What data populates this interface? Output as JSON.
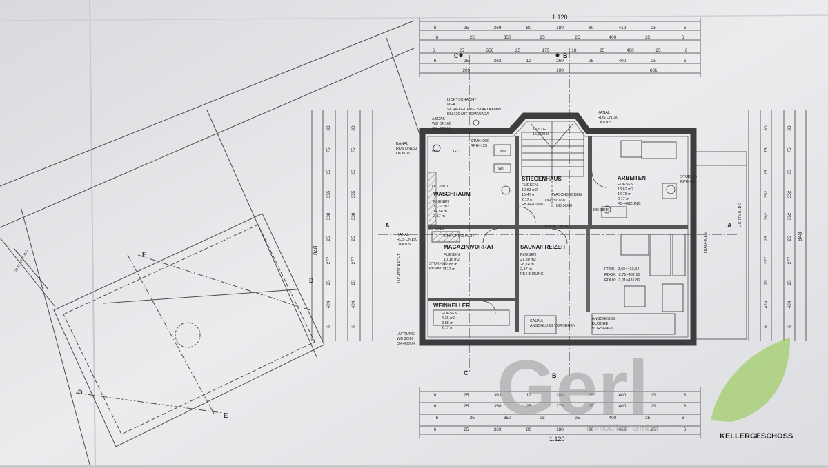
{
  "drawing": {
    "title": "KELLERGESCHOSS",
    "overall_width_top": "1.120",
    "overall_width_bottom": "1.120",
    "overall_depth_left": "848",
    "overall_depth_right": "848",
    "watermark_brand": "Gerl",
    "watermark_sub": "Immobilien GmbH"
  },
  "rooms": {
    "waschraum": {
      "name": "WASCHRAUM",
      "l1": "FLIESEN",
      "l2": "12,32 m2",
      "l3": "14,54 m",
      "l4": "2,17 m"
    },
    "stiegenhaus": {
      "name": "STIEGENHAUS",
      "l1": "FLIESEN",
      "l2": "10,63 m2",
      "l3": "15,47 m",
      "l4": "2,17 m",
      "l5": "FB-HEIZUNG"
    },
    "arbeiten": {
      "name": "ARBEITEN",
      "l1": "FLIESEN",
      "l2": "13,62 m2",
      "l3": "14,78 m",
      "l4": "2,17 m",
      "l5": "FB-HEIZUNG"
    },
    "magazin": {
      "name": "MAGAZIN/VORRAT",
      "l1": "FLIESEN",
      "l2": "10,16 m2",
      "l3": "12,88 m",
      "l4": "2,17 m"
    },
    "sauna": {
      "name": "SAUNA/FREIZEIT",
      "l1": "FLIESEN",
      "l2": "27,80 m2",
      "l3": "28,14 m",
      "l4": "2,17 m",
      "l5": "FB-HEIZUNG"
    },
    "weinkeller": {
      "name": "WEINKELLER",
      "l1": "FLIESEN",
      "l2": "4,36 m2",
      "l3": "8,88 m",
      "l4": "2,17 m"
    }
  },
  "notes": {
    "lichtschacht": "LICHTSCHACHT",
    "mea": "MEA",
    "kamin": "SCHIEDEL EDELSTAHLKAMIN",
    "kamin2": "DN 120 MIT 8CM WÄDA",
    "abgas": "ABGAS",
    "abgas2": "WD DN160",
    "abgas3": "OK=RDUK",
    "kanal_top": "KANAL",
    "kanal_top2": "RDS DN150",
    "kanal_top3": "UK=105",
    "kanal_right": "KANAL",
    "kanal_right2": "RDS DN150",
    "kanal_right3": "UK=105",
    "kanal_left": "KANAL",
    "kanal_left2": "RDS DN150",
    "kanal_left3": "UK=105",
    "pumpenschacht": "PUMPENSCHACHT",
    "lueftung": "LÜFTUNG",
    "lueftung2": "WD 20/20",
    "lueftung3": "OK=RDUK",
    "sauna_note": "SAUNA",
    "sauna_note2": "ANSCHLUSS VORSEHEN",
    "dusche": "ANSCHLUSS",
    "dusche2": "DUSCHE",
    "dusche3": "VORSEHEN",
    "ffok": "FFOK: -2,65=432,34",
    "rdok": "RDOK: -2,71=432,15",
    "rduk": "RDUK: -3,01=431,86",
    "lichtmulde": "LICHTMULDE",
    "traufkies": "TRAUFKIES",
    "wm": "WM",
    "wt": "WT",
    "wb": "WB",
    "gt": "GT",
    "dd1": "DD 20/10",
    "dd2": "DD 15/15",
    "dd3": "DD 15/10",
    "stufen": "14 STG",
    "stufen2": "16,2/29,0",
    "waschbecken": "WASCHBECKEN",
    "dn250": "DN 250 PVC",
    "dd30": "DD 30/30",
    "bsk": "2x BSK DN160",
    "eingang": "LICHTSCHACHT",
    "lueftung_side": "20 KI. LEITUNG",
    "stuk1": "STUK=220",
    "stuk2": "RPH=120",
    "stuk3": "STUK=50",
    "stuk4": "RPH=100",
    "stuk5": "STUK=50",
    "stuk6": "RPH=50"
  },
  "sections": {
    "A_left": "A",
    "A_right": "A",
    "B_top": "B",
    "B_bottom": "B",
    "C_top": "C",
    "C_bottom": "C",
    "D_top": "D",
    "D_bottom": "D",
    "E_top": "E",
    "E_bottom": "E"
  },
  "dims_top": {
    "row1": [
      "6",
      "25",
      "369",
      "80",
      "180",
      "80",
      "419",
      "25",
      "6"
    ],
    "row2": [
      "6",
      "25",
      "350",
      "25",
      "25",
      "400",
      "25",
      "6"
    ],
    "row3": [
      "6",
      "25",
      "350",
      "25",
      "175",
      "18",
      "25",
      "400",
      "25",
      "6"
    ],
    "row4": [
      "6",
      "25",
      "363",
      "12",
      "260",
      "25",
      "400",
      "25",
      "6"
    ],
    "row5": [
      "209",
      "100",
      "601"
    ]
  },
  "dims_bottom": {
    "row1": [
      "6",
      "25",
      "363",
      "12",
      "280",
      "25",
      "400",
      "25",
      "6"
    ],
    "row2": [
      "6",
      "25",
      "350",
      "25",
      "175",
      "25",
      "400",
      "25",
      "6"
    ],
    "row3": [
      "6",
      "25",
      "350",
      "25",
      "25",
      "400",
      "25",
      "6"
    ],
    "row4": [
      "6",
      "25",
      "369",
      "80",
      "180",
      "80",
      "419",
      "25",
      "6"
    ]
  },
  "dims_left": [
    "80",
    "75",
    "25",
    "355",
    "338",
    "25",
    "277",
    "25",
    "424",
    "6"
  ],
  "dims_right": [
    "80",
    "75",
    "25",
    "352",
    "362",
    "25",
    "277",
    "25",
    "424",
    "6"
  ],
  "colors": {
    "paper": "#e7e8ea",
    "line": "#3a3a3c",
    "wall_fill": "#5e5e62",
    "watermark_grey": "#9a9a9a",
    "watermark_green": "#8cc63f"
  }
}
